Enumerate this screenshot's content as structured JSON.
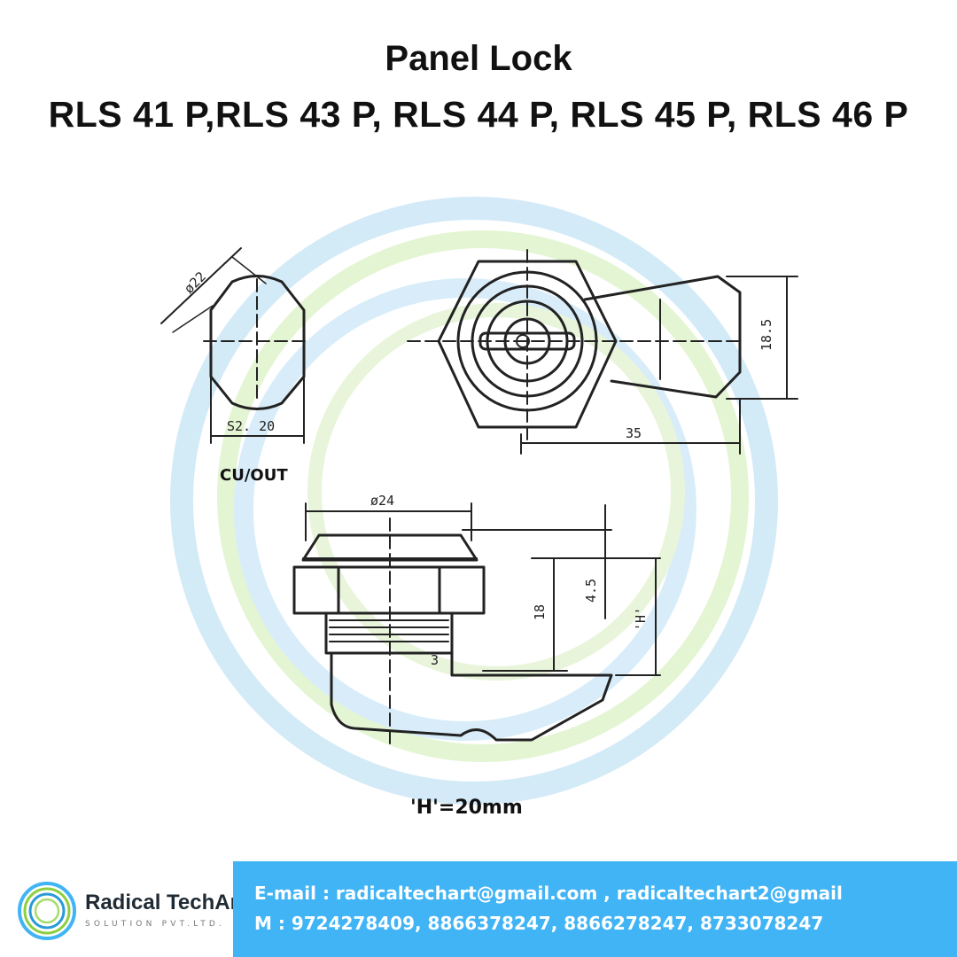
{
  "header": {
    "title": "Panel Lock",
    "models": "RLS 41 P,RLS 43 P, RLS 44 P, RLS 45 P, RLS 46 P"
  },
  "drawing": {
    "cutout_diameter": "ø22",
    "cutout_width": "S2. 20",
    "cutout_label": "CU/OUT",
    "front_height": "18.5",
    "front_length": "35",
    "side_diameter": "ø24",
    "side_height": "18",
    "side_offset": "4.5",
    "side_h_label": "'H'",
    "side_small": "3",
    "h_note": "'H'=20mm"
  },
  "footer": {
    "company": "Radical TechArt",
    "tagline": "SOLUTION PVT.LTD.",
    "email": "E-mail : radicaltechart@gmail.com , radicaltechart2@gmail",
    "mobile": "M : 9724278409, 8866378247, 8866278247, 8733078247"
  },
  "colors": {
    "contact_bar": "#41b4f5",
    "watermark_blue": "#cfe8f7",
    "watermark_green": "#e2f4cf"
  }
}
